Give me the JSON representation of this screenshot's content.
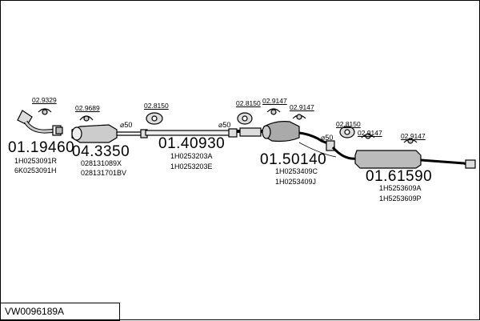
{
  "footer": {
    "code": "VW0096189A"
  },
  "parts": [
    {
      "number": "01.19460",
      "refs": [
        "1H0253091R",
        "6K0253091H"
      ]
    },
    {
      "number": "04.3350",
      "refs": [
        "028131089X",
        "028131701BV"
      ]
    },
    {
      "number": "01.40930",
      "refs": [
        "1H0253203A",
        "1H0253203E"
      ]
    },
    {
      "number": "01.50140",
      "refs": [
        "1H0253409C",
        "1H0253409J"
      ]
    },
    {
      "number": "01.61590",
      "refs": [
        "1H5253609A",
        "1H5253609P"
      ]
    }
  ],
  "accessories": [
    "02.9329",
    "02.9689",
    "02.8150",
    "02.8150",
    "02.9147",
    "02.9147",
    "02.8150",
    "02.9147",
    "02.9147"
  ],
  "diameters": [
    "⌀50",
    "⌀50",
    "⌀50"
  ]
}
